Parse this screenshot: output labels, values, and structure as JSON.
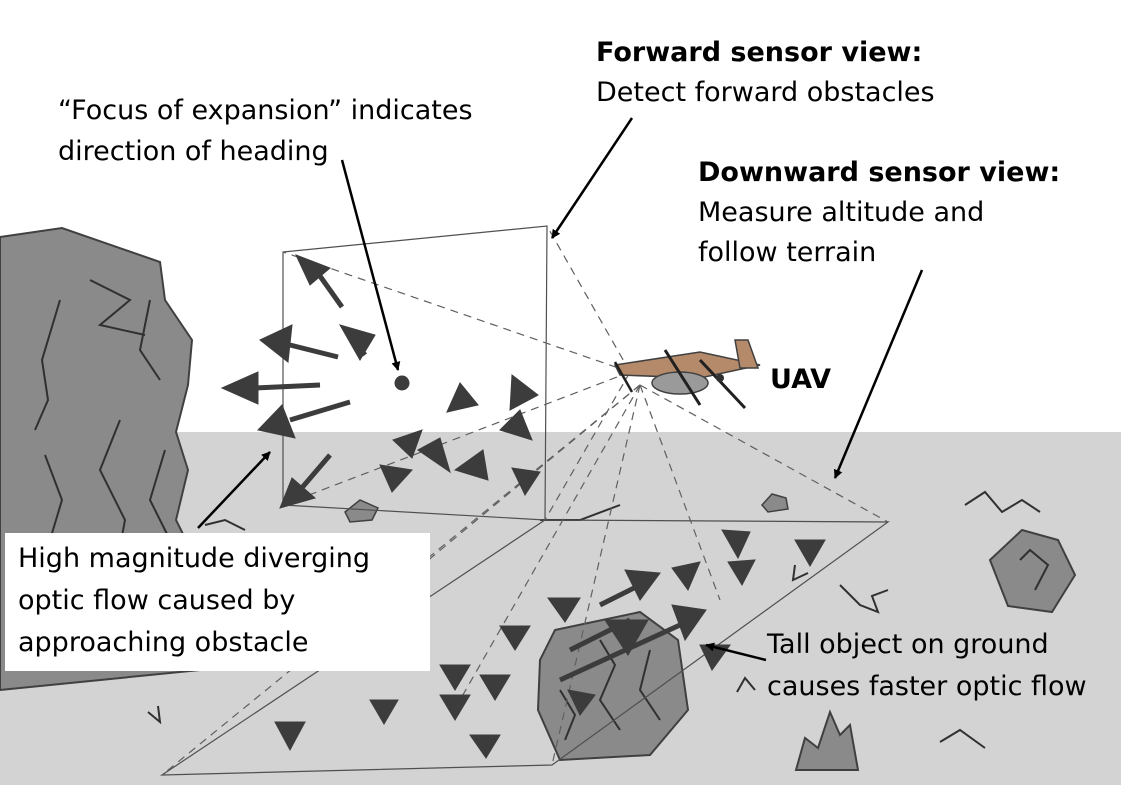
{
  "labels": {
    "focus_line1": "“Focus of expansion” indicates",
    "focus_line2": "direction of heading",
    "forward_title": "Forward sensor view:",
    "forward_desc": "Detect forward obstacles",
    "downward_title": "Downward sensor view:",
    "downward_desc1": "Measure altitude and",
    "downward_desc2": "follow terrain",
    "uav": "UAV",
    "high_line1": "High magnitude diverging",
    "high_line2": "optic flow caused by",
    "high_line3": "approaching obstacle",
    "tall_line1": "Tall object on ground",
    "tall_line2": "causes faster optic flow"
  },
  "colors": {
    "background": "#ffffff",
    "ground": "#d3d3d3",
    "obstacle": "#8a8a8a",
    "vector": "#3c3c3c",
    "outline": "#404040",
    "uav_body": "#b58a6a"
  }
}
